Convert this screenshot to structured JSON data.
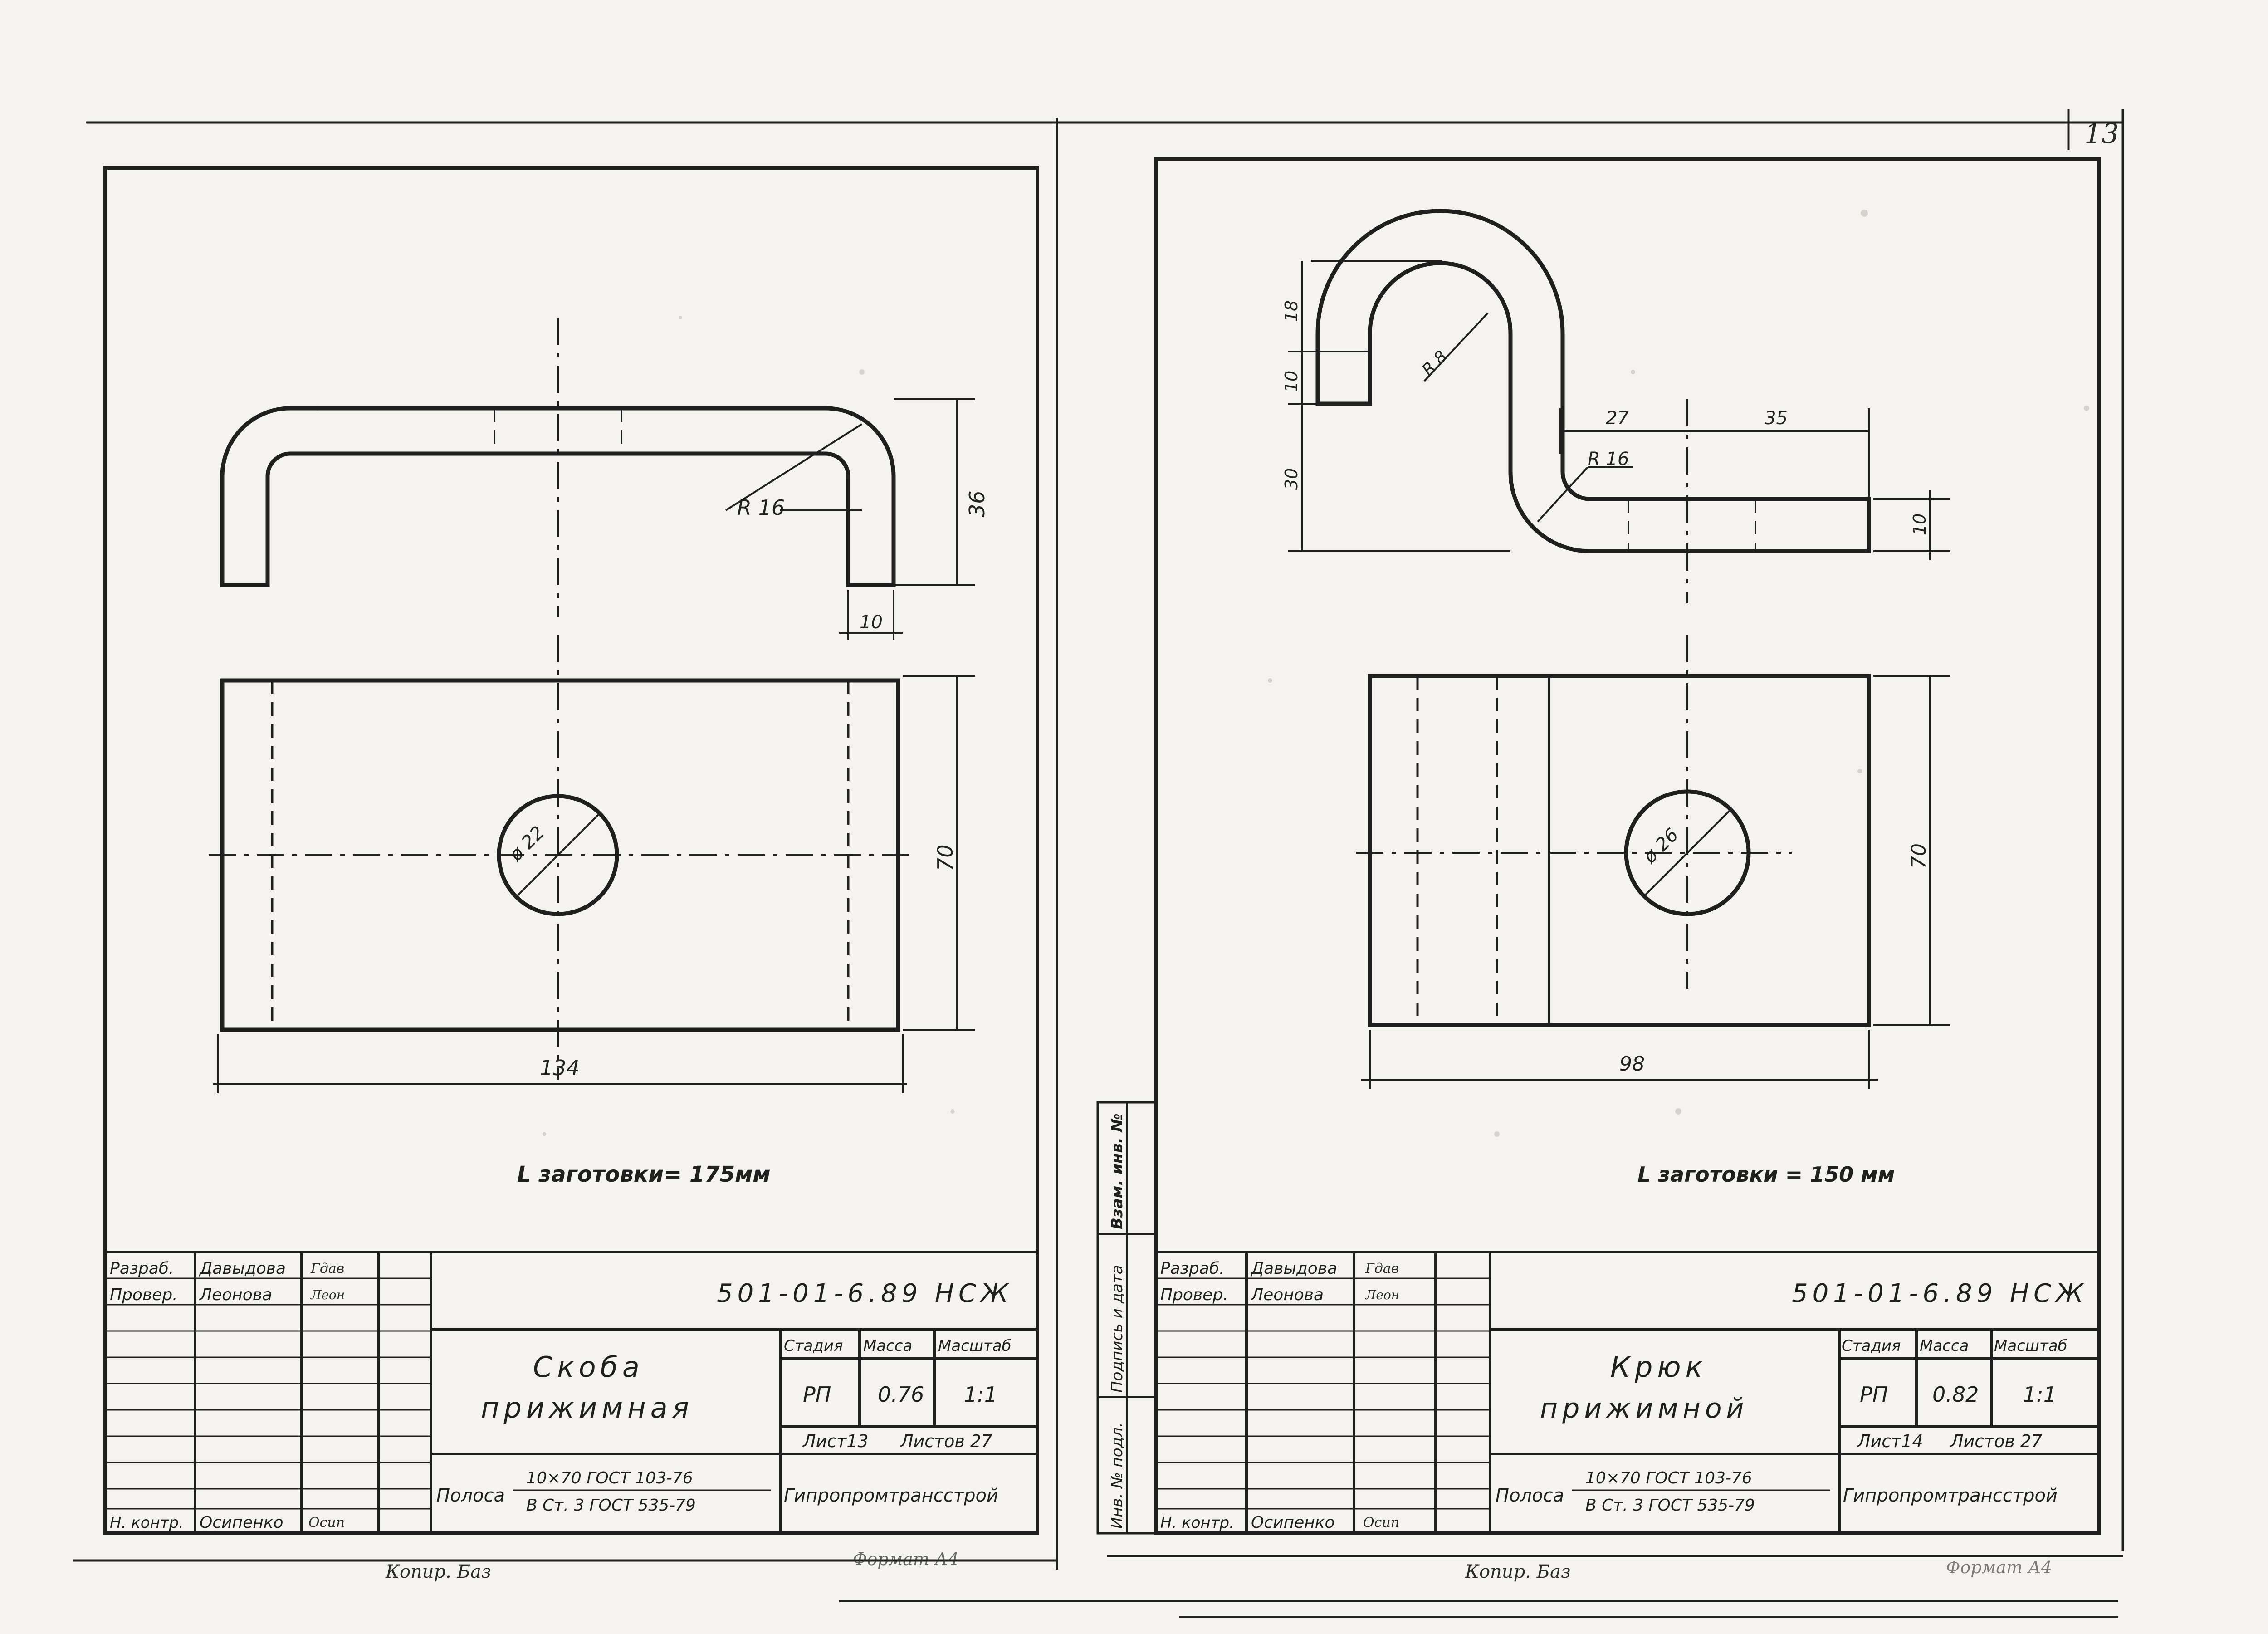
{
  "page_number": "13",
  "left_sheet": {
    "blank_length": "L заготовки= 175мм",
    "dims": {
      "radius": "R 16",
      "height": "36",
      "thickness": "10",
      "width": "70",
      "length": "134",
      "hole": "ø 22"
    },
    "title_block": {
      "roles": [
        "Разраб.",
        "Провер.",
        "Н. контр."
      ],
      "names": [
        "Давыдова",
        "Леонова",
        "Осипенко"
      ],
      "signatures": [
        "Гдав",
        "Леон",
        "Осип"
      ],
      "code": "501-01-6.89  НСЖ",
      "title_line1": "Скоба",
      "title_line2": "прижимная",
      "col_heads": [
        "Стадия",
        "Масса",
        "Масштаб"
      ],
      "stage": "РП",
      "mass": "0.76",
      "scale": "1:1",
      "sheet_label": "Лист13",
      "sheets_label": "Листов 27",
      "material_label": "Полоса",
      "material_top": "10×70 ГОСТ 103-76",
      "material_bottom": "В Ст. 3  ГОСТ 535-79",
      "org": "Гипропромтрансстрой"
    },
    "footer_copy": "Копир. Баз",
    "footer_format": "Формат А4"
  },
  "right_sheet": {
    "blank_length": "L заготовки = 150 мм",
    "dims": {
      "top": "18",
      "mid": "10",
      "side": "30",
      "r_inner": "R 8",
      "r_bend": "R 16",
      "seg_a": "27",
      "seg_b": "35",
      "thickness": "10",
      "width": "70",
      "length": "98",
      "hole": "ø 26"
    },
    "vertical_stamp": [
      "Инв. № подл.",
      "Подпись и дата",
      "Взам. инв. №"
    ],
    "title_block": {
      "roles": [
        "Разраб.",
        "Провер.",
        "Н. контр."
      ],
      "names": [
        "Давыдова",
        "Леонова",
        "Осипенко"
      ],
      "signatures": [
        "Гдав",
        "Леон",
        "Осип"
      ],
      "code": "501-01-6.89  НСЖ",
      "title_line1": "Крюк",
      "title_line2": "прижимной",
      "col_heads": [
        "Стадия",
        "Масса",
        "Масштаб"
      ],
      "stage": "РП",
      "mass": "0.82",
      "scale": "1:1",
      "sheet_label": "Лист14",
      "sheets_label": "Листов 27",
      "material_label": "Полоса",
      "material_top": "10×70 ГОСТ 103-76",
      "material_bottom": "В Ст. 3  ГОСТ 535-79",
      "org": "Гипропромтрансстрой"
    },
    "footer_copy": "Копир. Баз",
    "footer_format": "Формат А4"
  }
}
